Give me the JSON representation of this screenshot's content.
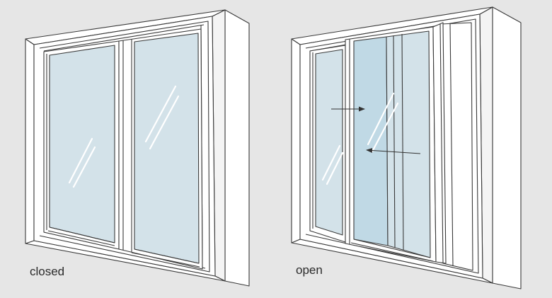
{
  "colors": {
    "background": "#e6e6e6",
    "frame": "#ffffff",
    "outline": "#3a3a3a",
    "glass": "#d3e2e9",
    "glass_overlap": "#c0d9e5",
    "reflection": "#ffffff"
  },
  "panels": [
    {
      "state": "closed",
      "caption": "closed"
    },
    {
      "state": "open",
      "caption": "open"
    }
  ],
  "icons": {
    "slide_right": "arrow-right-icon",
    "slide_left": "arrow-left-icon"
  }
}
